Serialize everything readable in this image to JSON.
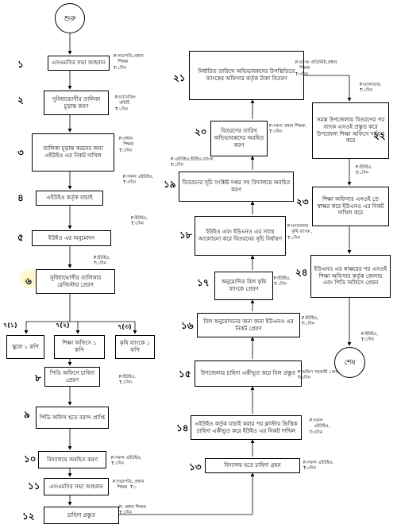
{
  "nodes": {
    "start": "শুরু",
    "end": "শেষ",
    "s1": "এসএমসির সভা আহবান",
    "s2": "সুবিধাভোগীর তালিকা চূড়ান্ত করণ",
    "s3": "তালিকা চূড়ান্ত করনের জন্য এইউইও এর নিকট দাখিল",
    "s4": "এইউইও কর্তৃক যাচাই",
    "s5": "ইউইও এর অনুমোদন",
    "s6": "সুবিধাভোগীর তালিকার রেজিস্টার প্রেরণ",
    "s7a": "স্কুলে ১ কপি",
    "s7b": "শিক্ষা অফিসে ১ কপি",
    "s7c": "কৃষি ব্যাংকে ১ কপি",
    "s8": "পিডি অফিসে চাহিদা প্রেরণ",
    "s9": "পিডি অফিস হতে বরাদ্দ প্রাপ্তি",
    "s10": "বিদ্যালয়ে অবহিত করণ",
    "s11": "এসএমসির সভা আহবান",
    "s12": "চাহিদা প্রস্তুত",
    "s13": "বিদ্যালয় হতে চাহিদা গ্রহন",
    "s14": "এইউইও কর্তৃক যাচাই করার পর ক্লাস্টার ভিত্তিক চাহিদা একীভূত করে ইউইও এর নিকট দাখিল",
    "s15": "উপজেলার চাহিদা একীভূত করে বিল প্রস্তুত",
    "s16": "বিল অনুমোদনের জন্য জন্য ইউএনও এর নিকট প্রেরণ",
    "s17": "অনুমোদিত বিল কৃষি ব্যাংকে প্রেরণ",
    "s18": "ইউইও এবং ইউএনও এর সাথে আলোচনা করে বিতরনের সূচি নির্ধারণ",
    "s19": "বিতরনের সূচি সংশ্লিষ্ট দপ্তর সহ বিদ্যালয়ে অবহিত করণ",
    "s20": "বিতরণের তারিখ অভিভাবকদের অবহিত করণ",
    "s21": "নির্ধারিত তারিখে অভিভাবকদের উপস্থিতিতে ব্যাংকের অফিসার কর্তৃক টাকা বিতরণ",
    "s22": "সমস্ত উপজেলায় বিতরণের পর ব্যাংক এসওই প্রস্তুত করে উপজেলা শিক্ষা অফিসে দাখিল করে",
    "s23": "শিক্ষা অফিসার এসওই তে স্বাক্ষর করে ইউএনও এর নিকট দাখিল করে",
    "s24": "ইউএনও এর স্বাক্ষরের পর এসওই শিক্ষা অফিসার কর্তৃক জেলায় এবং পিডি অফিসে প্রেরন"
  },
  "step_numbers": {
    "n1": "১",
    "n2": "২",
    "n3": "৩",
    "n4": "৪",
    "n5": "৫",
    "n6": "৬",
    "n7a": "৭(১)",
    "n7b": "৭(২)",
    "n7c": "৭(৩)",
    "n8": "৮",
    "n9": "৯",
    "n10": "১০",
    "n11": "১১",
    "n12": "১২",
    "n13": "১৩",
    "n14": "১৪",
    "n15": "১৫",
    "n16": "১৬",
    "n17": "১৭",
    "n18": "১৮",
    "n19": "১৯",
    "n20": "২০",
    "n21": "২১",
    "n22": "২২",
    "n23": "২৩",
    "n24": "২৪"
  },
  "notes": {
    "t1": "P:সভাপতি,প্রধান\n   শিক্ষক\nT:১দিন",
    "t2": "P:ম্যানেজিং\n   কমিটি\nT:১দিন",
    "t3": "P:প্রধান\n   শিক্ষক\nT:১দিন",
    "t4": "P:সকল এইউইও,\nT:৩দিন",
    "t5": "P:ইউইও,\nT:২দিন",
    "t6": "P:ইউইও,\nT:১দিন",
    "t8": "P:ইউইও,\nT:১দিন",
    "t10": "P:সকল এইউইও,\nT:১দিন",
    "t11": "P:সভাপতি, প্রধান\n   শিক্ষক  T:১",
    "t12": "P: প্রধান শিক্ষক\nT:১দিন",
    "t13": "P:সকল এইউইও,\nT:৩দিন",
    "t14": "P:সকল\n   এইউইও,\nT:৩দিন",
    "t15": "P:অফিস সহকারী ১জন,\nT:২দিন",
    "t16": "P:ইউইও,\nT:১দিন",
    "t17": "P:ইউইও,\nT:১দিন",
    "t18": "P:ম্যানেজার\n   কৃষি ব্যাংক ,\nT:১দিন",
    "t19": "P:এইউইও,ইউইও,ব্যাংক\nT:১দিন",
    "t20": "P:সকল প্রধান শিক্ষক,\nT:১দিন",
    "t21": "P:ব্যাংক প্রতিনিধি,প্রধান\n   শিক্ষক\nT:৩দিন",
    "t22": "P:ম্যানাজার,\nT:১দিন",
    "t23": "P:ইউইও,\nT:১দিন",
    "t24": "P:ইউইও,\nT:১দিন"
  }
}
